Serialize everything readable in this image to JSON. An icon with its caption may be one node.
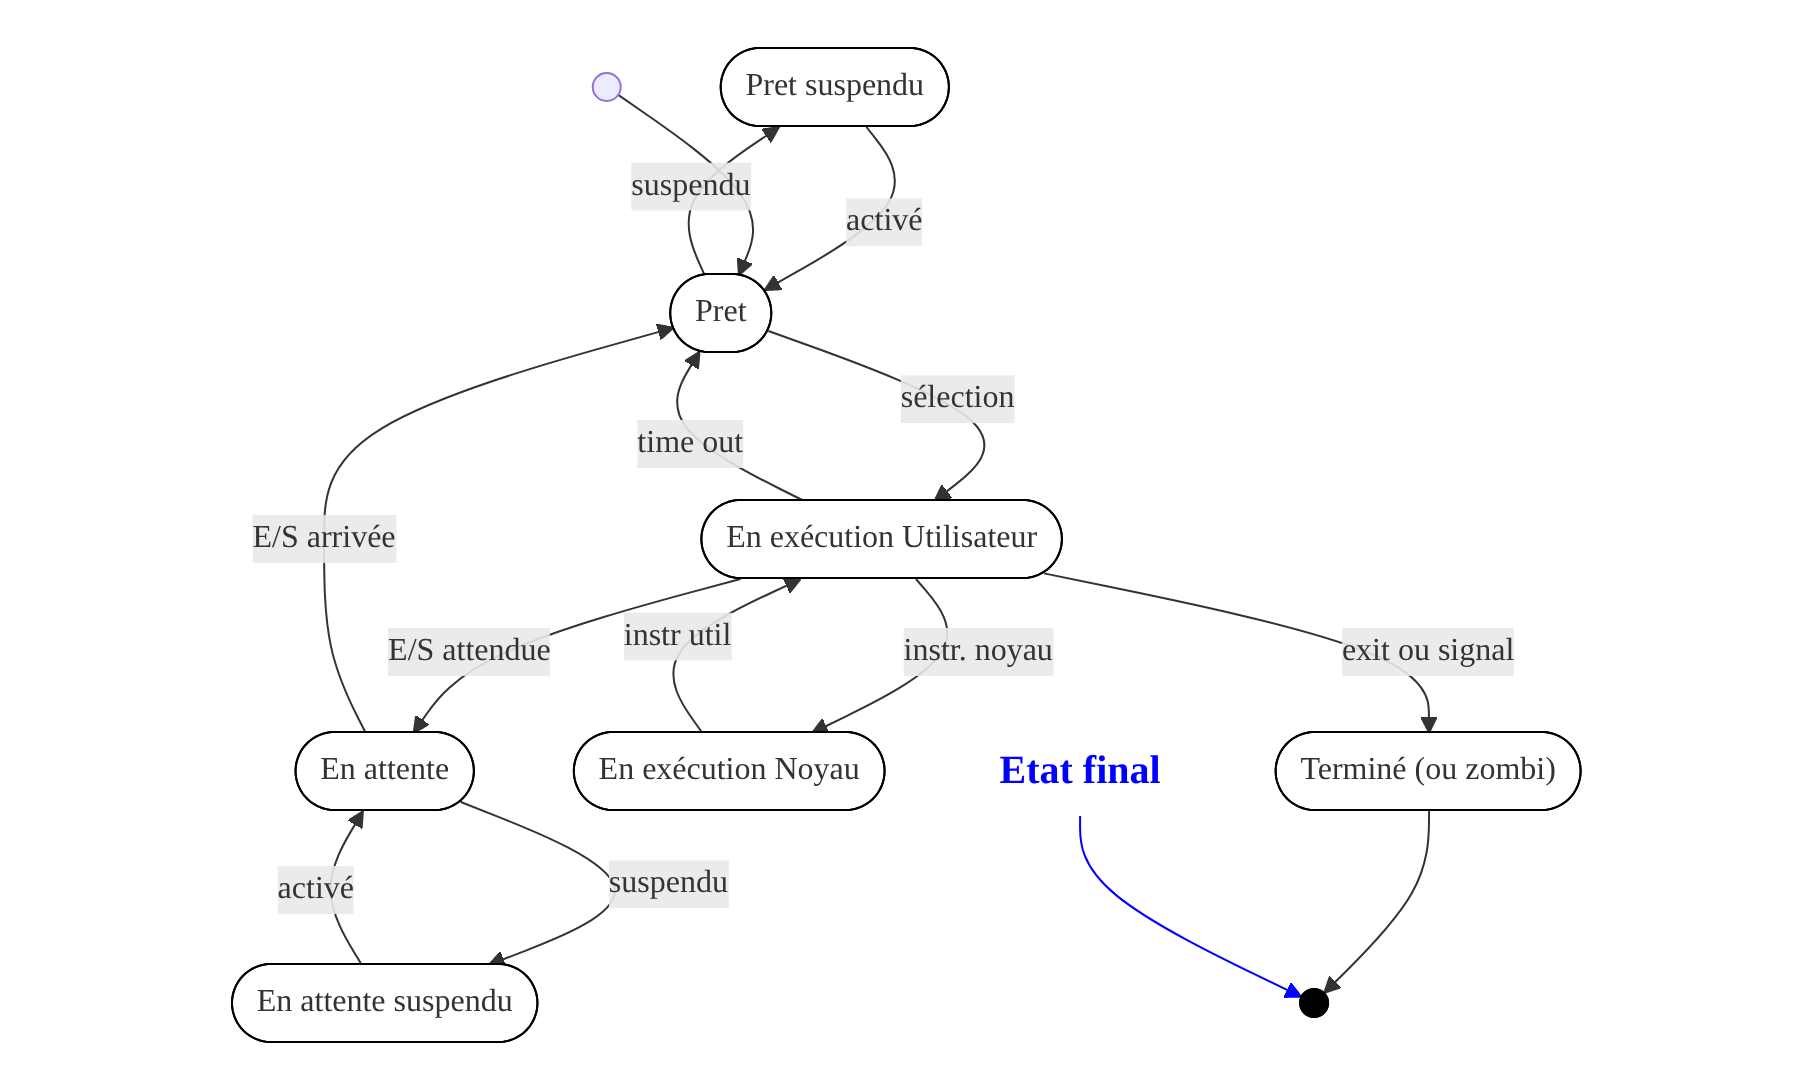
{
  "diagram": {
    "nodes": [
      {
        "text": [
          "Pret suspendu"
        ]
      },
      {
        "text": [
          "En attente suspendu"
        ]
      },
      {
        "text": [],
        "shape": "circle"
      },
      {
        "text": [
          "Pret"
        ]
      },
      {
        "text": [
          "En attente"
        ]
      },
      {
        "text": [
          "En exécution Noyau"
        ]
      },
      {
        "text": [
          "En exécution Utilisateur"
        ]
      },
      {
        "text": [
          "Terminé (ou zombi)"
        ]
      },
      {
        "text": [],
        "shape": "circle"
      },
      {
        "text": [
          "Etat final"
        ]
      }
    ],
    "edges": [
      {
        "from": 3,
        "to": 0,
        "arrow": "to",
        "label": "suspendu"
      },
      {
        "from": 0,
        "to": 3,
        "arrow": "to",
        "label": "activé"
      },
      {
        "from": 4,
        "to": 1,
        "arrow": "to",
        "label": "suspendu"
      },
      {
        "from": 1,
        "to": 4,
        "arrow": "to",
        "label": "activé"
      },
      {
        "from": 2,
        "to": 3,
        "arrow": "to"
      },
      {
        "from": 4,
        "to": 3,
        "arrow": "to",
        "label": "E/S arrivée"
      },
      {
        "from": 6,
        "to": 3,
        "arrow": "to",
        "label": "time out"
      },
      {
        "from": 3,
        "to": 6,
        "arrow": "to",
        "label": "sélection"
      },
      {
        "from": 6,
        "to": 4,
        "arrow": "to",
        "label": "E/S attendue"
      },
      {
        "from": 5,
        "to": 6,
        "arrow": "to",
        "label": "instr util"
      },
      {
        "from": 6,
        "to": 5,
        "arrow": "to",
        "label": "instr. noyau"
      },
      {
        "from": 6,
        "to": 7,
        "arrow": "to",
        "label": "exit ou signal"
      },
      {
        "from": 7,
        "to": 8,
        "arrow": "to"
      },
      {
        "from": 9,
        "to": 8,
        "arrow": "to",
        "color": "#0000ff"
      }
    ]
  }
}
